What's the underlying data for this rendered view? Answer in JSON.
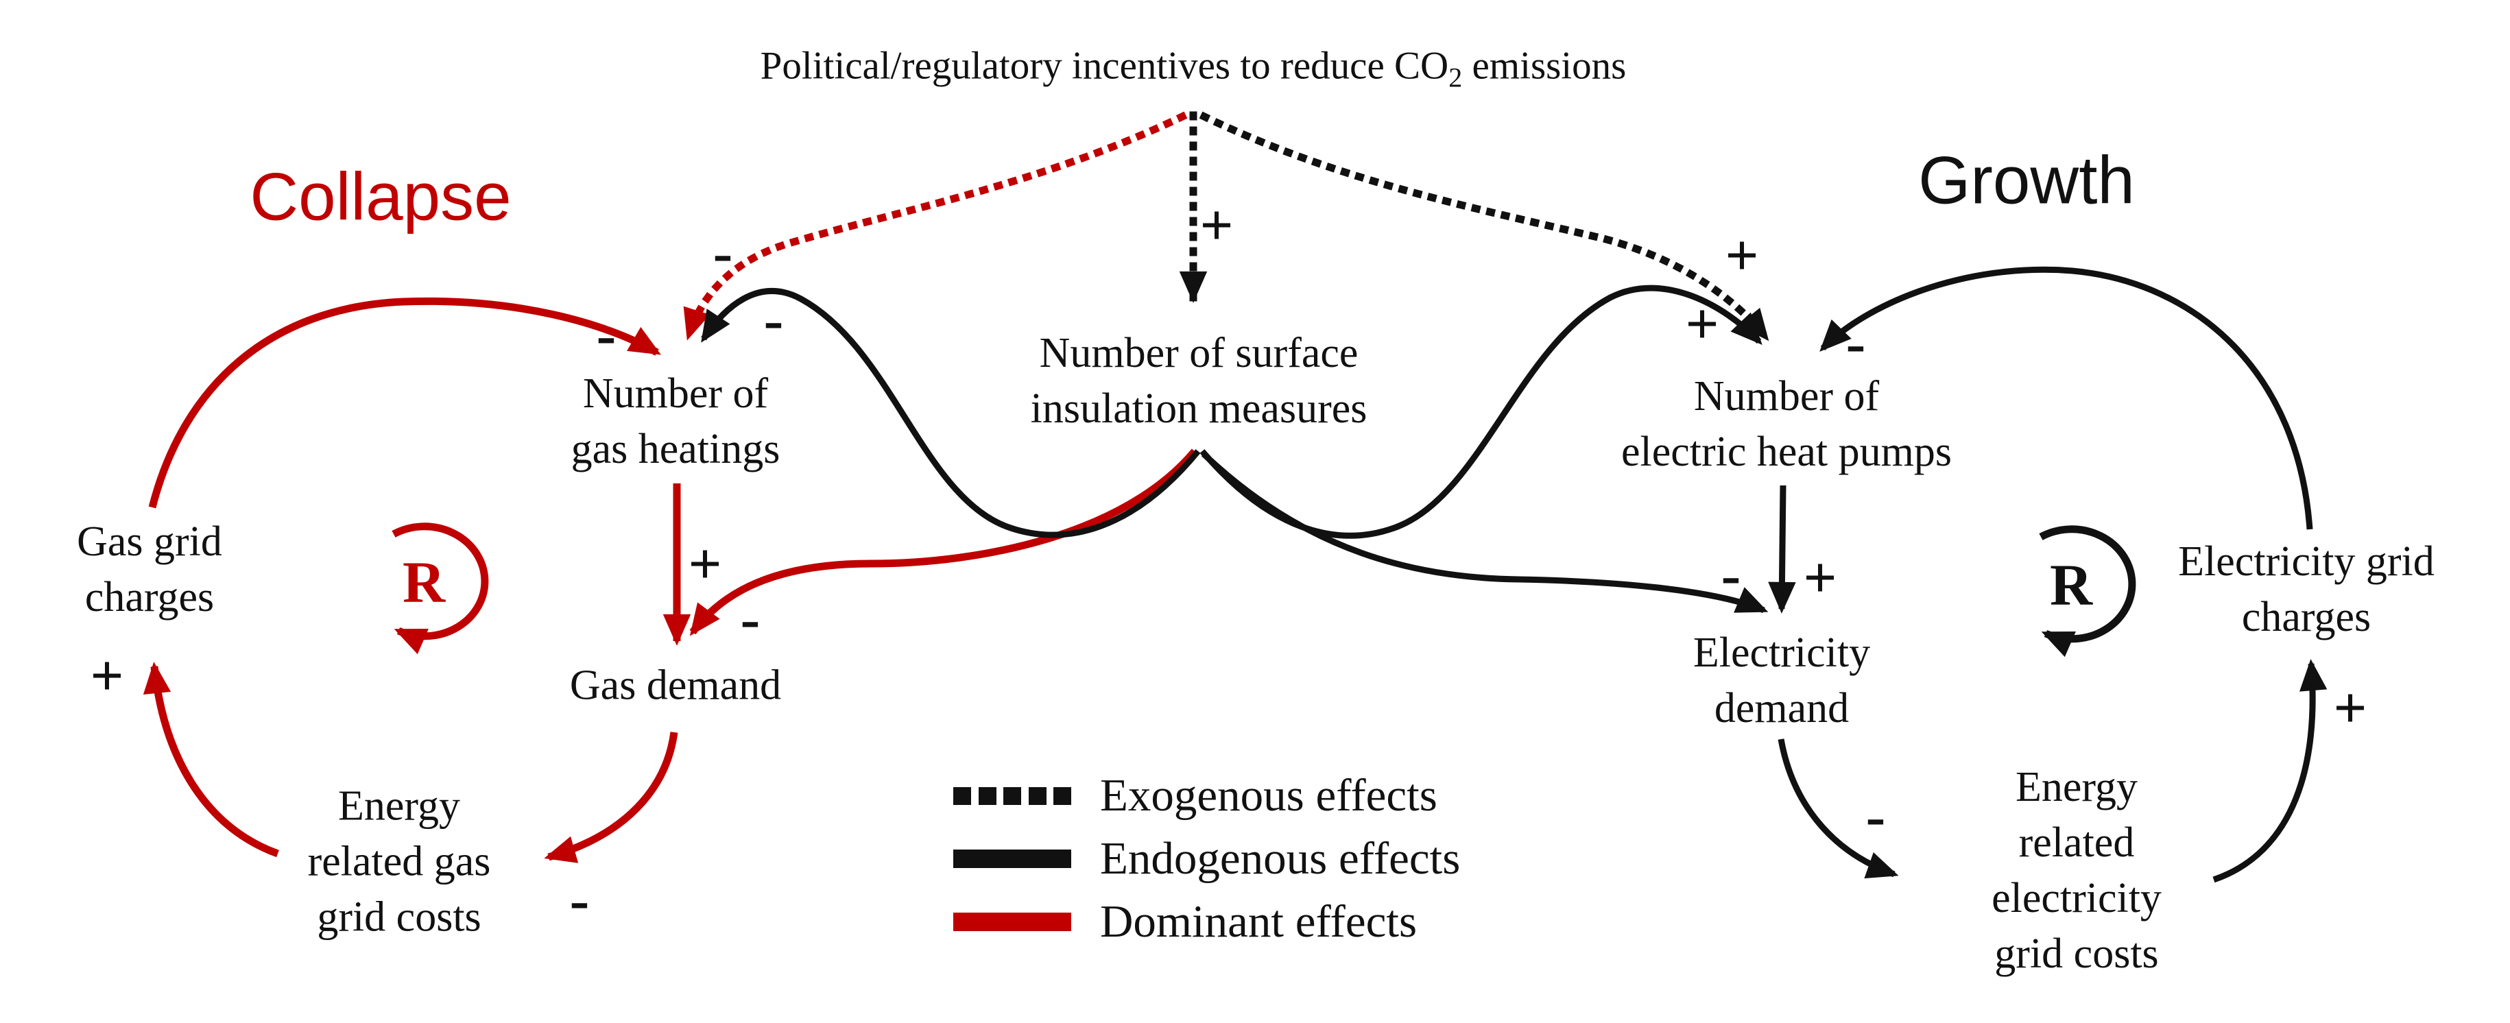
{
  "title": {
    "pre": "Political/regulatory incentives to reduce CO",
    "sub": "2",
    "post": " emissions"
  },
  "loops": {
    "collapse_label": "Collapse",
    "growth_label": "Growth",
    "reinforcing_symbol_left": "R",
    "reinforcing_symbol_right": "R"
  },
  "nodes": {
    "gas_heatings": {
      "lines": [
        "Number of",
        "gas heatings"
      ]
    },
    "insulation": {
      "lines": [
        "Number of surface",
        "insulation measures"
      ]
    },
    "heat_pumps": {
      "lines": [
        "Number of",
        "electric heat pumps"
      ]
    },
    "gas_grid_charges": {
      "lines": [
        "Gas grid",
        "charges"
      ]
    },
    "gas_demand": {
      "lines": [
        "Gas demand"
      ]
    },
    "energy_gas_costs": {
      "lines": [
        "Energy",
        "related gas",
        "grid costs"
      ]
    },
    "electricity_demand": {
      "lines": [
        "Electricity",
        "demand"
      ]
    },
    "electricity_grid_charges": {
      "lines": [
        "Electricity grid",
        "charges"
      ]
    },
    "energy_electricity_costs": {
      "lines": [
        "Energy",
        "related",
        "electricity",
        "grid costs"
      ]
    }
  },
  "signs": [
    {
      "id": "political-to-gas-heatings",
      "symbol": "-"
    },
    {
      "id": "charges-to-gas-heatings",
      "symbol": "-"
    },
    {
      "id": "insulation-to-gas-heatings",
      "symbol": "-"
    },
    {
      "id": "political-to-insulation",
      "symbol": "+"
    },
    {
      "id": "political-to-heat-pumps",
      "symbol": "+"
    },
    {
      "id": "insulation-to-heat-pumps",
      "symbol": "+"
    },
    {
      "id": "grid-charges-to-heat-pumps",
      "symbol": "-"
    },
    {
      "id": "gas-heatings-to-gas-demand",
      "symbol": "+"
    },
    {
      "id": "insulation-to-gas-demand",
      "symbol": "-"
    },
    {
      "id": "gas-demand-to-gas-costs",
      "symbol": "-"
    },
    {
      "id": "gas-costs-to-charges",
      "symbol": "+"
    },
    {
      "id": "insulation-to-elec-demand",
      "symbol": "-"
    },
    {
      "id": "heat-pumps-to-elec-demand",
      "symbol": "+"
    },
    {
      "id": "elec-demand-to-elec-costs",
      "symbol": "-"
    },
    {
      "id": "elec-costs-to-grid-charges",
      "symbol": "+"
    }
  ],
  "legend": [
    {
      "style": "dotted",
      "label": "Exogenous effects"
    },
    {
      "style": "solid-black",
      "label": "Endogenous effects"
    },
    {
      "style": "solid-red",
      "label": "Dominant effects"
    }
  ],
  "colors": {
    "dominant": "#c00000",
    "endogenous": "#111111",
    "background": "#ffffff"
  }
}
